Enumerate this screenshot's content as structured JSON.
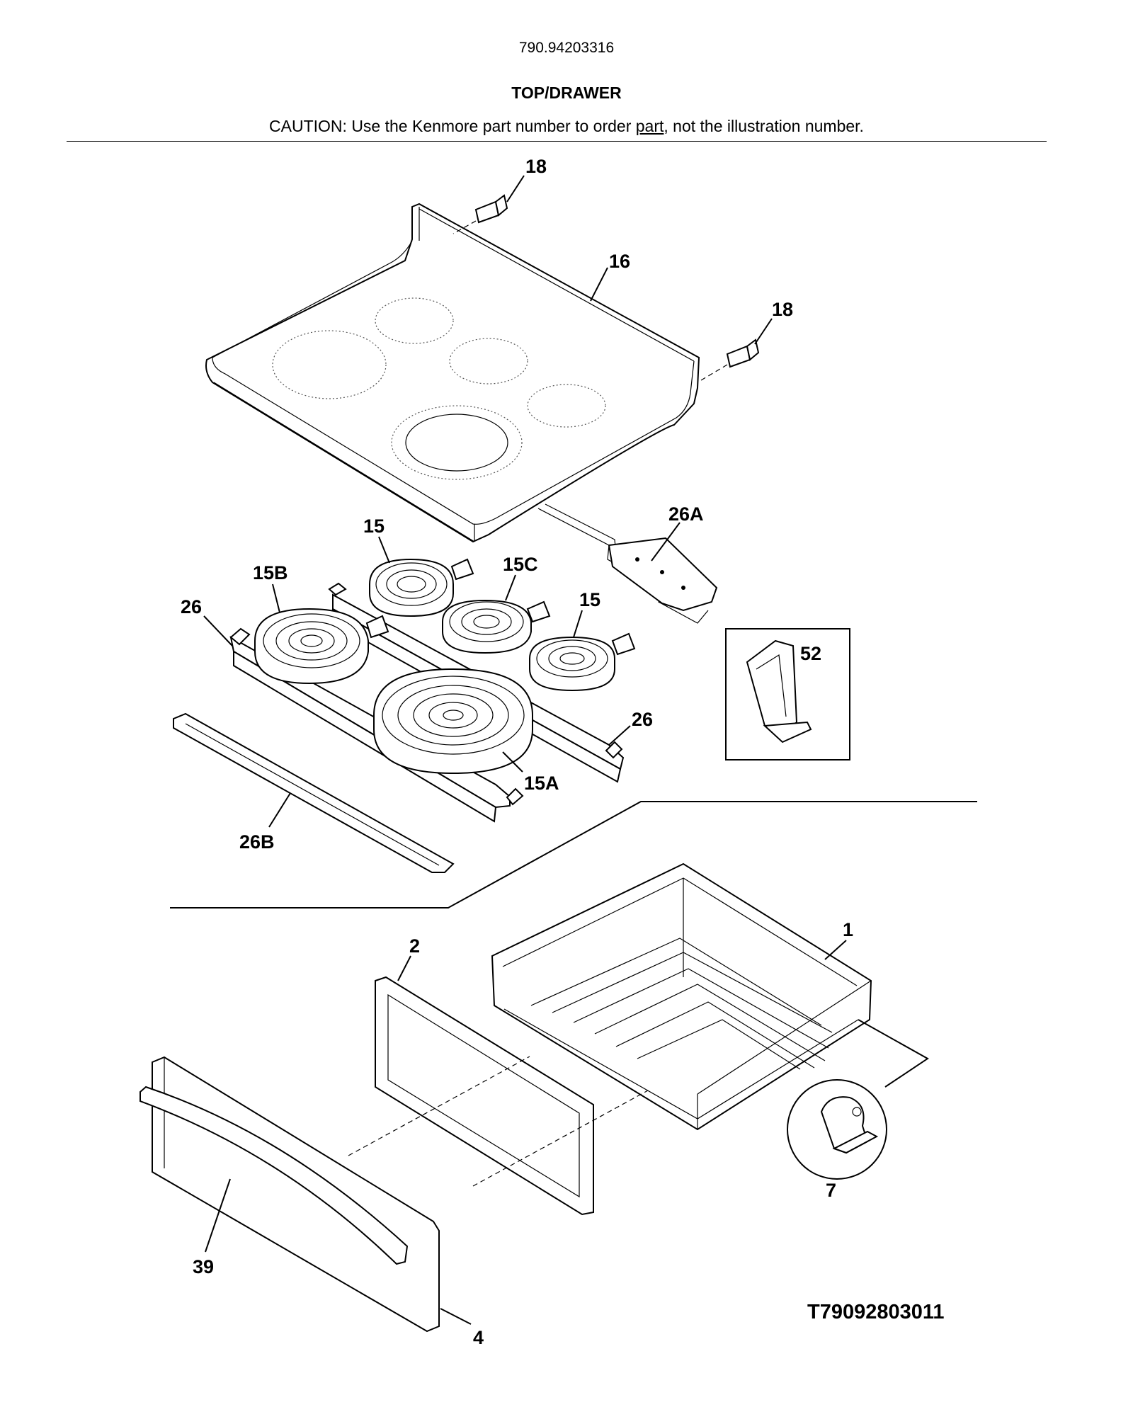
{
  "header": {
    "model_number": "790.94203316",
    "section_title": "TOP/DRAWER",
    "caution_before": "CAUTION: Use the Kenmore part number to order ",
    "caution_underlined": "part",
    "caution_after": ", not the illustration number."
  },
  "callouts": {
    "c18a": "18",
    "c16": "16",
    "c18b": "18",
    "c26A": "26A",
    "c15a": "15",
    "c15B": "15B",
    "c15C": "15C",
    "c15b": "15",
    "c26a": "26",
    "c52": "52",
    "c26b": "26",
    "c15A": "15A",
    "c26B": "26B",
    "c1": "1",
    "c2": "2",
    "c7": "7",
    "c39": "39",
    "c4": "4"
  },
  "diagram_code": "T79092803011"
}
